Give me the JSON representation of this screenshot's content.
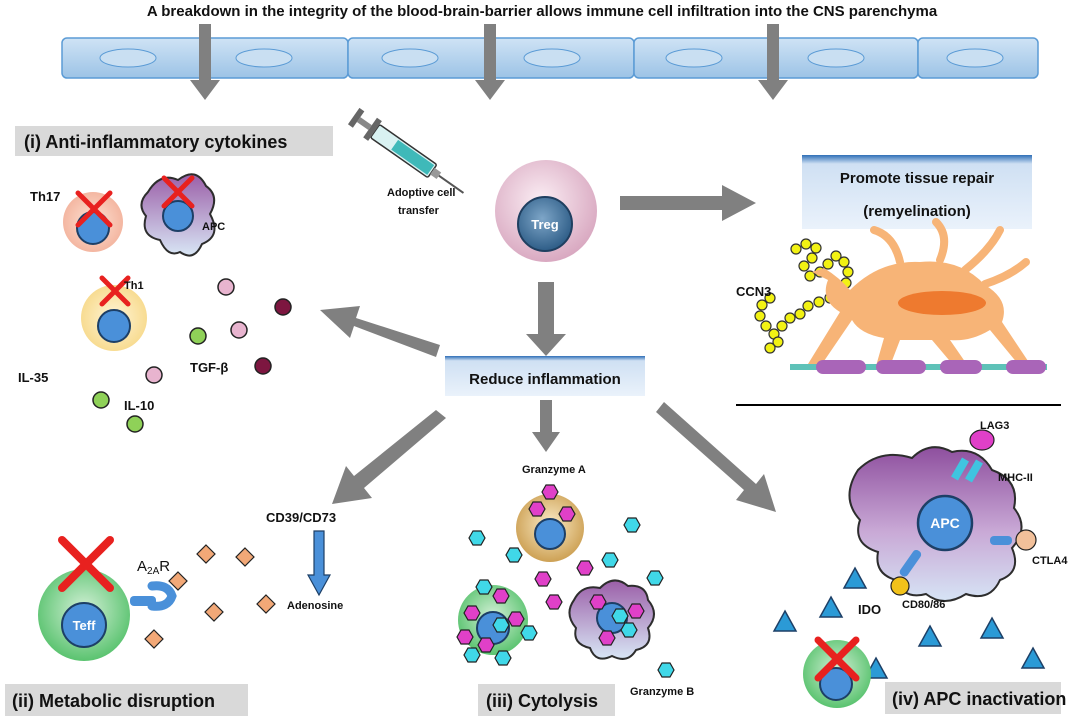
{
  "title": "A breakdown in the integrity of the blood-brain-barrier allows immune cell infiltration into the CNS parenchyma",
  "center": {
    "treg": "Treg",
    "adoptive_transfer": [
      "Adoptive cell",
      "transfer"
    ],
    "reduce_inflammation": "Reduce inflammation"
  },
  "repair": {
    "line1": "Promote tissue repair",
    "line2": "(remyelination)",
    "ccn3": "CCN3"
  },
  "panel_i": {
    "header": "(i) Anti-inflammatory cytokines",
    "th17": "Th17",
    "apc": "APC",
    "th1": "Th1",
    "tgfb": "TGF-β",
    "il35": "IL-35",
    "il10": "IL-10"
  },
  "panel_ii": {
    "header": "(ii) Metabolic disruption",
    "cd39": "CD39/CD73",
    "adenosine": "Adenosine",
    "a2ar_base": "A",
    "a2ar_sub": "2A",
    "a2ar_r": "R",
    "teff": "Teff"
  },
  "panel_iii": {
    "header": "(iii) Cytolysis",
    "granzyme_a": "Granzyme A",
    "granzyme_b": "Granzyme B"
  },
  "panel_iv": {
    "header": "(iv) APC inactivation",
    "lag3": "LAG3",
    "mhc": "MHC-II",
    "apc": "APC",
    "ctla4": "CTLA4",
    "cd80": "CD80/86",
    "ido": "IDO"
  },
  "colors": {
    "endothelium": "#a9cbe9",
    "arrow": "#808080",
    "nucleus": "#4a90d9",
    "header_bg": "#d9d9d9",
    "blue_box": "#2f6fb7",
    "x_mark": "#e8211f",
    "granzyme_a": "#e040c8",
    "granzyme_b": "#40d8e8",
    "ido": "#2b9ad6",
    "adenosine": "#f2a877",
    "oligodendrocyte": "#f7b477",
    "ccn3": "#f2f213"
  }
}
